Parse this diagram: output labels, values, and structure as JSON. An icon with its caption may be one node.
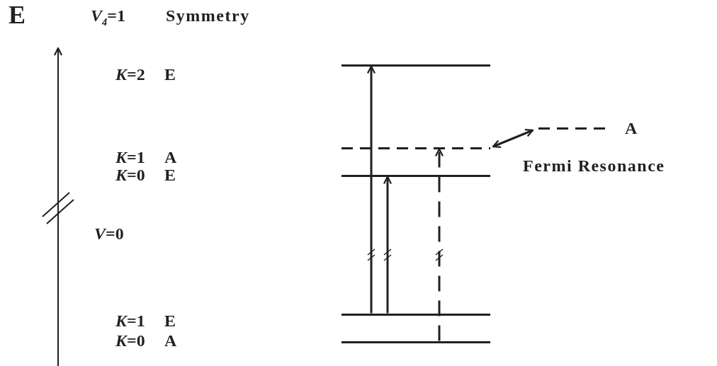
{
  "diagram": {
    "nodes": [
      {
        "text": [],
        "shape": "bar"
      },
      {
        "text": [],
        "shape": "bar"
      },
      {
        "text": [],
        "shape": "bar"
      },
      {
        "text": [],
        "shape": "bar"
      },
      {
        "text": [],
        "shape": "bar"
      },
      {
        "text": [],
        "shape": "bar",
        "beside": [
          "A"
        ]
      }
    ],
    "edges": [
      {
        "from": 3,
        "to": 0,
        "arrow": "to"
      },
      {
        "from": 3,
        "to": 2,
        "arrow": "to"
      },
      {
        "from": 4,
        "to": 1,
        "arrow": "to",
        "style": "dashed"
      },
      {
        "from": 1,
        "to": 5,
        "arrow": "both"
      }
    ],
    "labels": [
      "E",
      "*V*$_{4}$=1",
      "Symmetry",
      "*K*=2",
      "E",
      "*K*=1",
      "A",
      "*K*=0",
      "E",
      "*V*=0",
      "*K*=1",
      "E",
      "*K*=0",
      "A",
      "Fermi Resonance"
    ]
  }
}
